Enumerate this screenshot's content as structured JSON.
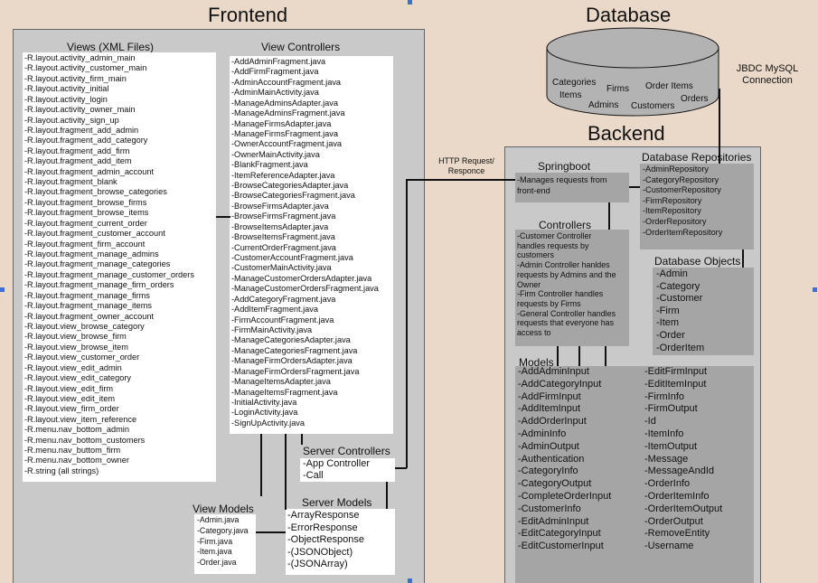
{
  "titles": {
    "frontend": "Frontend",
    "database": "Database",
    "backend": "Backend"
  },
  "frontend": {
    "views": {
      "heading": "Views (XML Files)",
      "items": [
        "-R.layout.activity_admin_main",
        "-R.layout.activity_customer_main",
        "-R.layout.activity_firm_main",
        "-R.layout.activity_initial",
        "-R.layout.activity_login",
        "-R.layout.activity_owner_main",
        "-R.layout.activity_sign_up",
        "-R.layout.fragment_add_admin",
        "-R.layout.fragment_add_category",
        "-R.layout.fragment_add_firm",
        "-R.layout.fragment_add_item",
        "-R.layout.fragment_admin_account",
        "-R.layout.fragment_blank",
        "-R.layout.fragment_browse_categories",
        "-R.layout.fragment_browse_firms",
        "-R.layout.fragment_browse_items",
        "-R.layout.fragment_current_order",
        "-R.layout.fragment_customer_account",
        "-R.layout.fragment_firm_account",
        "-R.layout.fragment_manage_admins",
        "-R.layout.fragment_manage_categories",
        "-R.layout.fragment_manage_customer_orders",
        "-R.layout.fragment_manage_firm_orders",
        "-R.layout.fragment_manage_firms",
        "-R.layout.fragment_manage_items",
        "-R.layout.fragment_owner_account",
        "-R.layout.view_browse_category",
        "-R.layout.view_browse_firm",
        "-R.layout.view_browse_item",
        "-R.layout.view_customer_order",
        "-R.layout.view_edit_admin",
        "-R.layout.view_edit_category",
        "-R.layout.view_edit_firm",
        "-R.layout.view_edit_item",
        "-R.layout.view_firm_order",
        "-R.layout.view_item_reference",
        "-R.menu.nav_bottom_admin",
        "-R.menu.nav_bottom_customers",
        "-R.menu.nav_buttom_firm",
        "-R.menu.nav_bottom_owner",
        "-R.string (all strings)"
      ]
    },
    "view_controllers": {
      "heading": "View Controllers",
      "items": [
        "-AddAdminFragment.java",
        "-AddFirmFragment.java",
        "-AdminAccountFragment.java",
        "-AdminMainActivity.java",
        "-ManageAdminsAdapter.java",
        "-ManageAdminsFragment.java",
        "-ManageFirmsAdapter.java",
        "-ManageFirmsFragment.java",
        "-OwnerAccountFragment.java",
        "-OwnerMainActivity.java",
        "-BlankFragment.java",
        "-ItemReferenceAdapter.java",
        "-BrowseCategoriesAdapter.java",
        "-BrowseCategoriesFragment.java",
        "-BrowseFirmsAdapter.java",
        "-BrowseFirmsFragment.java",
        "-BrowseItemsAdapter.java",
        "-BrowseItemsFragment.java",
        "-CurrentOrderFragment.java",
        "-CustomerAccountFragment.java",
        "-CustomerMainActivity.java",
        "-ManageCustomerOrdersAdapter.java",
        "-ManageCustomerOrdersFragment.java",
        "-AddCategoryFragment.java",
        "-AddItemFragment.java",
        "-FirmAccountFragment.java",
        "-FirmMainActivity.java",
        "-ManageCategoriesAdapter.java",
        "-ManageCategoriesFragment.java",
        "-ManageFirmOrdersAdapter.java",
        "-ManageFirmOrdersFragment.java",
        "-ManageItemsAdapter.java",
        "-ManageItemsFragment.java",
        "-InitialActivity.java",
        "-LoginActivity.java",
        "-SignUpActivity.java"
      ]
    },
    "server_controllers": {
      "heading": "Server Controllers",
      "items": [
        "-App Controller",
        "-Call"
      ]
    },
    "view_models": {
      "heading": "View Models",
      "items": [
        "-Admin.java",
        "-Category.java",
        "-Firm.java",
        "-Item.java",
        "-Order.java"
      ]
    },
    "server_models": {
      "heading": "Server Models",
      "items": [
        "-ArrayResponse",
        "-ErrorResponse",
        "-ObjectResponse",
        "-(JSONObject)",
        "-(JSONArray)"
      ]
    }
  },
  "database": {
    "cylinder_labels": {
      "categories": "Categories",
      "items": "Items",
      "firms": "Firms",
      "order_items": "Order Items",
      "orders": "Orders",
      "admins": "Admins",
      "customers": "Customers"
    }
  },
  "connections": {
    "http": "HTTP Request/\nResponce",
    "jdbc": "JBDC MySQL\nConnection"
  },
  "backend": {
    "springboot": {
      "heading": "Springboot",
      "text": "-Manages requests from\nfront-end"
    },
    "repositories": {
      "heading": "Database Repositories",
      "items": [
        "-AdminRepository",
        "-CategoryRepository",
        "-CustomerRepository",
        "-FirmRepository",
        "-ItemRepository",
        "-OrderRepository",
        "-OrderItemRepository"
      ]
    },
    "controllers": {
      "heading": "Controllers",
      "text": "-Customer Controller\nhandles requests by\ncustomers\n-Admin Controller hanldes\nrequests by Admins and the\nOwner\n-Firm Controller handles\nrequests by Firms\n-General Controller handles\nrequests that everyone has\naccess to"
    },
    "database_objects": {
      "heading": "Database Objects",
      "items": [
        "-Admin",
        "-Category",
        "-Customer",
        "-Firm",
        "-Item",
        "-Order",
        "-OrderItem"
      ]
    },
    "models": {
      "heading": "Models",
      "col1": [
        "-AddAdminInput",
        "-AddCategoryInput",
        "-AddFirmInput",
        "-AddItemInput",
        "-AddOrderInput",
        "-AdminInfo",
        "-AdminOutput",
        "-Authentication",
        "-CategoryInfo",
        "-CategoryOutput",
        "-CompleteOrderInput",
        "-CustomerInfo",
        "-EditAdminInput",
        "-EditCategoryInput",
        "-EditCustomerInput"
      ],
      "col2": [
        "-EditFirmInput",
        "-EditItemInput",
        "-FirmInfo",
        "-FirmOutput",
        "-Id",
        "-ItemInfo",
        "-ItemOutput",
        "-Message",
        "-MessageAndId",
        "-OrderInfo",
        "-OrderItemInfo",
        "-OrderItemOutput",
        "-OrderOutput",
        "-RemoveEntity",
        "-Username"
      ]
    }
  }
}
